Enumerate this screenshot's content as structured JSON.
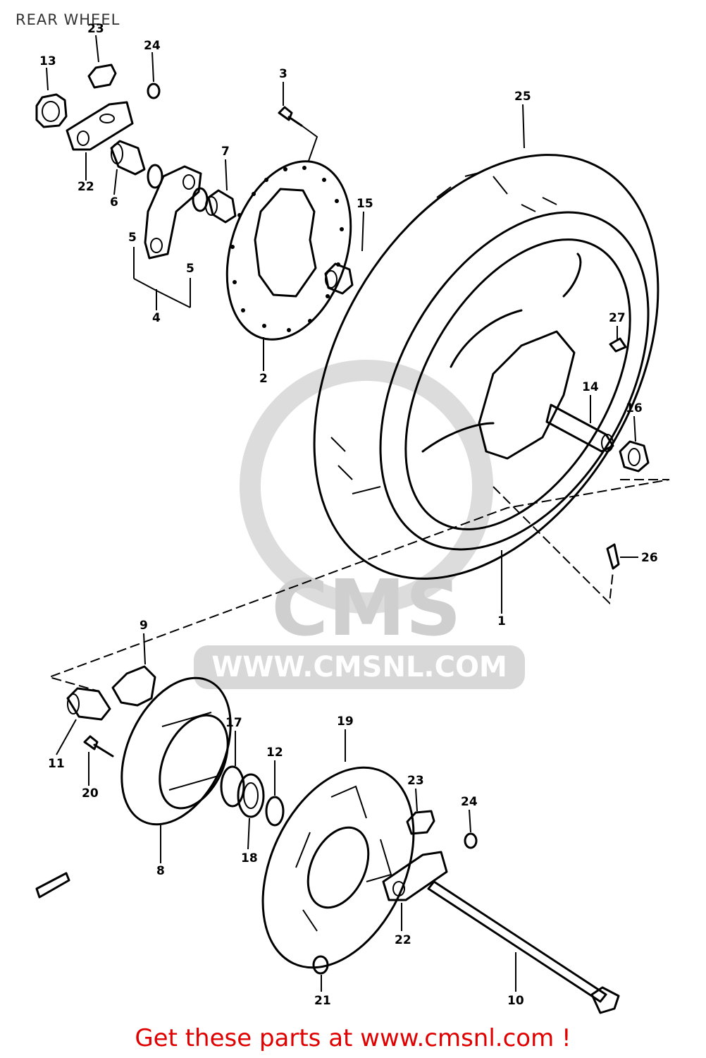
{
  "title": "REAR WHEEL",
  "footer": {
    "text": "Get these parts at www.cmsnl.com !"
  },
  "watermark": {
    "brand": "CMS",
    "url": "WWW.CMSNL.COM"
  },
  "colors": {
    "footer": "#e00000",
    "ink": "#000000",
    "watermark": "#cfcfcf"
  },
  "callouts": {
    "c13": "13",
    "c23a": "23",
    "c24a": "24",
    "c22a": "22",
    "c6": "6",
    "c5": "5",
    "c4": "4",
    "c5b": "5",
    "c7": "7",
    "c3": "3",
    "c2": "2",
    "c15": "15",
    "c25": "25",
    "c27": "27",
    "c14": "14",
    "c16": "16",
    "c26": "26",
    "c1": "1",
    "c9": "9",
    "c11": "11",
    "c20": "20",
    "c8": "8",
    "c17": "17",
    "c18": "18",
    "c12": "12",
    "c19": "19",
    "c23b": "23",
    "c24b": "24",
    "c22b": "22",
    "c21": "21",
    "c10": "10"
  }
}
